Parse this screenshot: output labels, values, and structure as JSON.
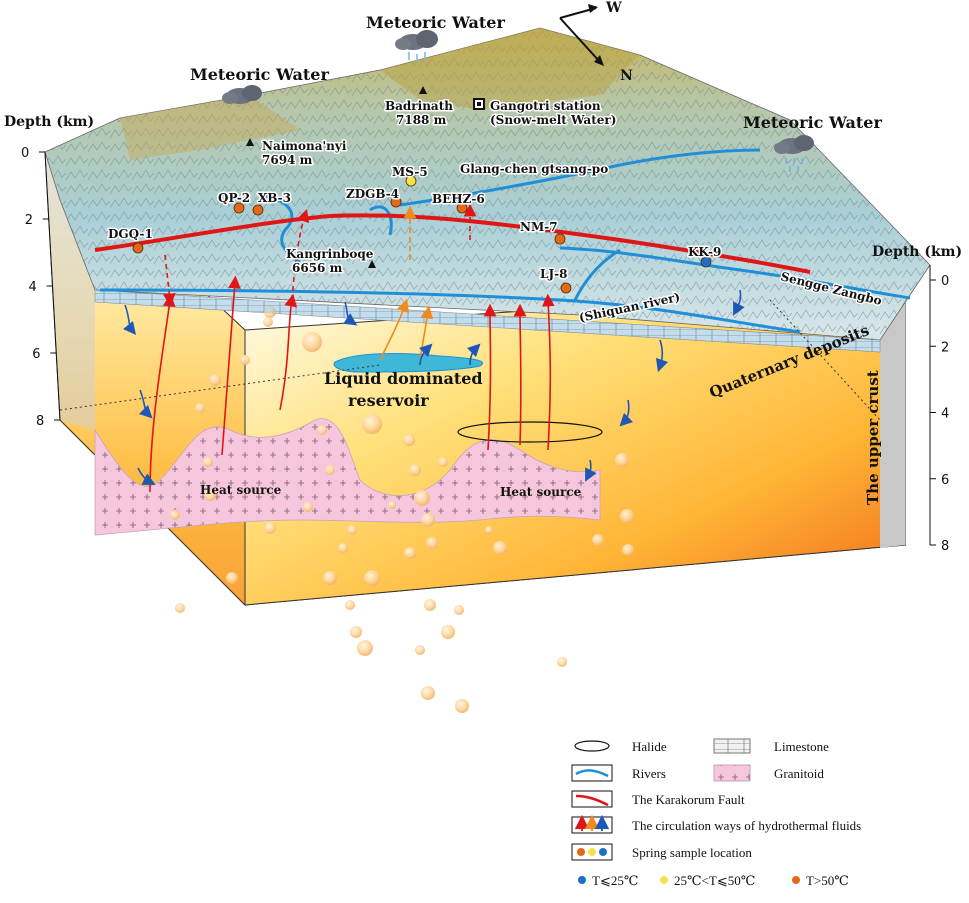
{
  "meteoric": {
    "center": "Meteoric Water",
    "left": "Meteoric Water",
    "right": "Meteoric Water"
  },
  "compass": {
    "w": "W",
    "n": "N"
  },
  "peaks": {
    "badrinath_name": "Badrinath",
    "badrinath_elev": "7188 m",
    "naimona_name": "Naimona'nyi",
    "naimona_elev": "7694 m",
    "kangrinboqe_name": "Kangrinboqe",
    "kangrinboqe_elev": "6656 m"
  },
  "station": {
    "name": "Gangotri station",
    "note": "(Snow-melt Water)"
  },
  "rivers": {
    "glang": "Glang-chen gtsang-po",
    "sengge": "Sengge Zangbo",
    "shiquan": "(Shiquan river)"
  },
  "springs": [
    {
      "id": "DGQ-1",
      "color": "#e06a1a"
    },
    {
      "id": "QP-2",
      "color": "#e06a1a"
    },
    {
      "id": "XB-3",
      "color": "#e06a1a"
    },
    {
      "id": "ZDGB-4",
      "color": "#e06a1a"
    },
    {
      "id": "MS-5",
      "color": "#f4e24a"
    },
    {
      "id": "BEHZ-6",
      "color": "#e06a1a"
    },
    {
      "id": "NM-7",
      "color": "#e06a1a"
    },
    {
      "id": "LJ-8",
      "color": "#e06a1a"
    },
    {
      "id": "KK-9",
      "color": "#1f6fc7"
    }
  ],
  "depth": {
    "left_title": "Depth (km)",
    "right_title": "Depth (km)",
    "left_ticks": [
      "0",
      "2",
      "4",
      "6",
      "8"
    ],
    "right_ticks": [
      "0",
      "2",
      "4",
      "6",
      "8"
    ]
  },
  "labels": {
    "reservoir_line1": "Liquid dominated",
    "reservoir_line2": "reservoir",
    "heat_left": "Heat source",
    "heat_right": "Heat source",
    "quaternary": "Quaternary deposits",
    "upper_crust": "The upper crust"
  },
  "legend": {
    "halide": "Halide",
    "limestone": "Limestone",
    "rivers": "Rivers",
    "granitoid": "Granitoid",
    "fault": "The Karakorum Fault",
    "circulation": "The circulation ways of hydrothermal fluids",
    "spring": "Spring sample location",
    "t_low": "T⩽25℃",
    "t_mid": "25℃<T⩽50℃",
    "t_high": "T>50℃"
  },
  "colors": {
    "fault": "#e01616",
    "river": "#1e8fd8",
    "granitoid": "#f6c6dc",
    "hot_spring": "#e06a1a",
    "warm_spring": "#f4e24a",
    "cold_spring": "#1f6fc7",
    "arrow_red": "#e01616",
    "arrow_orange": "#f08a1c",
    "arrow_blue": "#1f57b8"
  }
}
